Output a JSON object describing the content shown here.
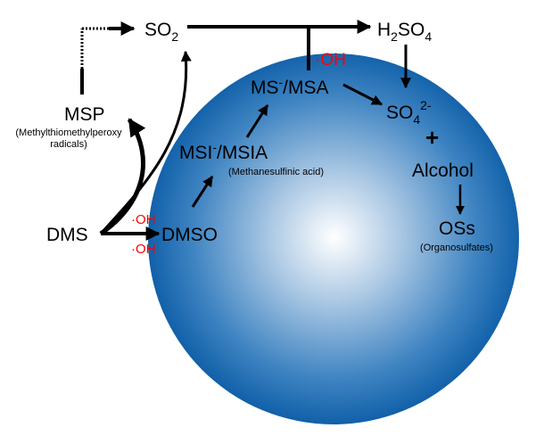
{
  "colors": {
    "sphere_edge": "#0f5fa8",
    "sphere_center": "#ffffff",
    "radical": "#ff0000",
    "ink": "#000000"
  },
  "species": {
    "so2": {
      "main": "SO",
      "sub": "2"
    },
    "h2so4": {
      "a": "H",
      "sub1": "2",
      "b": "SO",
      "sub2": "4"
    },
    "ms_msa": {
      "a": "MS",
      "sup": "-",
      "b": "/MSA"
    },
    "so4": {
      "main": "SO",
      "sub": "4",
      "sup": "2-"
    },
    "plus": "+",
    "alcohol": "Alcohol",
    "oss": "OSs",
    "oss_desc": "(Organosulfates)",
    "msp": "MSP",
    "msp_desc_1": "(Methylthiomethylperoxy",
    "msp_desc_2": "radicals)",
    "msi_msia": {
      "a": "MSI",
      "sup": "-",
      "b": "/MSIA"
    },
    "msia_desc": "(Methanesulfinic acid)",
    "dms": "DMS",
    "dmso": "DMSO"
  },
  "radicals": {
    "oh_top": "·OH",
    "oh_dms_upper": "·OH",
    "oh_dms_lower": "·OH"
  }
}
